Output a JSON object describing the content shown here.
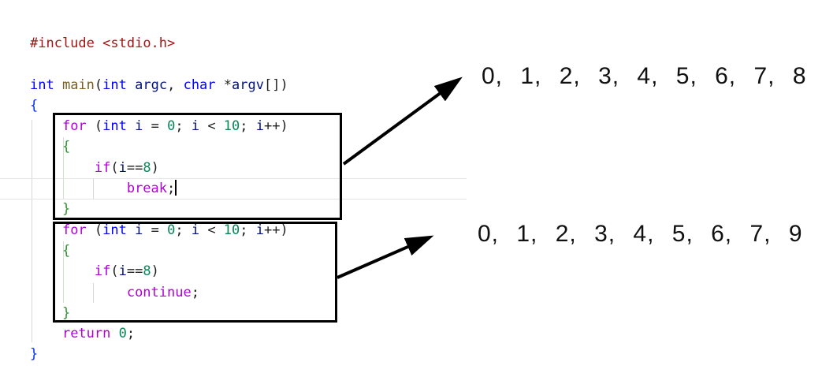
{
  "editor": {
    "cursor_line": 7,
    "colors": {
      "pp": "#a31515",
      "str": "#a31515",
      "ty": "#0000ff",
      "fn": "#795e26",
      "va": "#001080",
      "kw": "#af00db",
      "nu": "#098658",
      "b1": "#0431fa",
      "b2": "#319331",
      "pl": "#1f1f1f"
    },
    "lines": [
      [
        {
          "t": "#include",
          "c": "pp"
        },
        {
          "t": " ",
          "c": "pl"
        },
        {
          "t": "<stdio.h>",
          "c": "str"
        }
      ],
      [],
      [
        {
          "t": "int",
          "c": "ty"
        },
        {
          "t": " ",
          "c": "pl"
        },
        {
          "t": "main",
          "c": "fn"
        },
        {
          "t": "(",
          "c": "pl"
        },
        {
          "t": "int",
          "c": "ty"
        },
        {
          "t": " ",
          "c": "pl"
        },
        {
          "t": "argc",
          "c": "va"
        },
        {
          "t": ", ",
          "c": "pl"
        },
        {
          "t": "char",
          "c": "ty"
        },
        {
          "t": " *",
          "c": "pl"
        },
        {
          "t": "argv",
          "c": "va"
        },
        {
          "t": "[])",
          "c": "pl"
        }
      ],
      [
        {
          "t": "{",
          "c": "b1"
        }
      ],
      [
        {
          "t": "    ",
          "c": "pl"
        },
        {
          "t": "for",
          "c": "kw"
        },
        {
          "t": " (",
          "c": "pl"
        },
        {
          "t": "int",
          "c": "ty"
        },
        {
          "t": " ",
          "c": "pl"
        },
        {
          "t": "i",
          "c": "va"
        },
        {
          "t": " = ",
          "c": "pl"
        },
        {
          "t": "0",
          "c": "nu"
        },
        {
          "t": "; ",
          "c": "pl"
        },
        {
          "t": "i",
          "c": "va"
        },
        {
          "t": " < ",
          "c": "pl"
        },
        {
          "t": "10",
          "c": "nu"
        },
        {
          "t": "; ",
          "c": "pl"
        },
        {
          "t": "i",
          "c": "va"
        },
        {
          "t": "++)",
          "c": "pl"
        }
      ],
      [
        {
          "t": "    ",
          "c": "pl"
        },
        {
          "t": "{",
          "c": "b2"
        }
      ],
      [
        {
          "t": "        ",
          "c": "pl"
        },
        {
          "t": "if",
          "c": "kw"
        },
        {
          "t": "(",
          "c": "pl"
        },
        {
          "t": "i",
          "c": "va"
        },
        {
          "t": "==",
          "c": "pl"
        },
        {
          "t": "8",
          "c": "nu"
        },
        {
          "t": ")",
          "c": "pl"
        }
      ],
      [
        {
          "t": "            ",
          "c": "pl"
        },
        {
          "t": "break",
          "c": "kw"
        },
        {
          "t": ";",
          "c": "pl"
        }
      ],
      [
        {
          "t": "    ",
          "c": "pl"
        },
        {
          "t": "}",
          "c": "b2"
        }
      ],
      [
        {
          "t": "    ",
          "c": "pl"
        },
        {
          "t": "for",
          "c": "kw"
        },
        {
          "t": " (",
          "c": "pl"
        },
        {
          "t": "int",
          "c": "ty"
        },
        {
          "t": " ",
          "c": "pl"
        },
        {
          "t": "i",
          "c": "va"
        },
        {
          "t": " = ",
          "c": "pl"
        },
        {
          "t": "0",
          "c": "nu"
        },
        {
          "t": "; ",
          "c": "pl"
        },
        {
          "t": "i",
          "c": "va"
        },
        {
          "t": " < ",
          "c": "pl"
        },
        {
          "t": "10",
          "c": "nu"
        },
        {
          "t": "; ",
          "c": "pl"
        },
        {
          "t": "i",
          "c": "va"
        },
        {
          "t": "++)",
          "c": "pl"
        }
      ],
      [
        {
          "t": "    ",
          "c": "pl"
        },
        {
          "t": "{",
          "c": "b2"
        }
      ],
      [
        {
          "t": "        ",
          "c": "pl"
        },
        {
          "t": "if",
          "c": "kw"
        },
        {
          "t": "(",
          "c": "pl"
        },
        {
          "t": "i",
          "c": "va"
        },
        {
          "t": "==",
          "c": "pl"
        },
        {
          "t": "8",
          "c": "nu"
        },
        {
          "t": ")",
          "c": "pl"
        }
      ],
      [
        {
          "t": "            ",
          "c": "pl"
        },
        {
          "t": "continue",
          "c": "kw"
        },
        {
          "t": ";",
          "c": "pl"
        }
      ],
      [
        {
          "t": "    ",
          "c": "pl"
        },
        {
          "t": "}",
          "c": "b2"
        }
      ],
      [
        {
          "t": "    ",
          "c": "pl"
        },
        {
          "t": "return",
          "c": "kw"
        },
        {
          "t": " ",
          "c": "pl"
        },
        {
          "t": "0",
          "c": "nu"
        },
        {
          "t": ";",
          "c": "pl"
        }
      ],
      [
        {
          "t": "}",
          "c": "b1"
        }
      ]
    ]
  },
  "outputs": {
    "break_output": "0, 1, 2, 3, 4, 5, 6, 7, 8",
    "continue_output": "0, 1, 2, 3, 4, 5, 6, 7, 9"
  },
  "annotation": {
    "arrow_color": "#000000",
    "box_border_color": "#000000"
  }
}
